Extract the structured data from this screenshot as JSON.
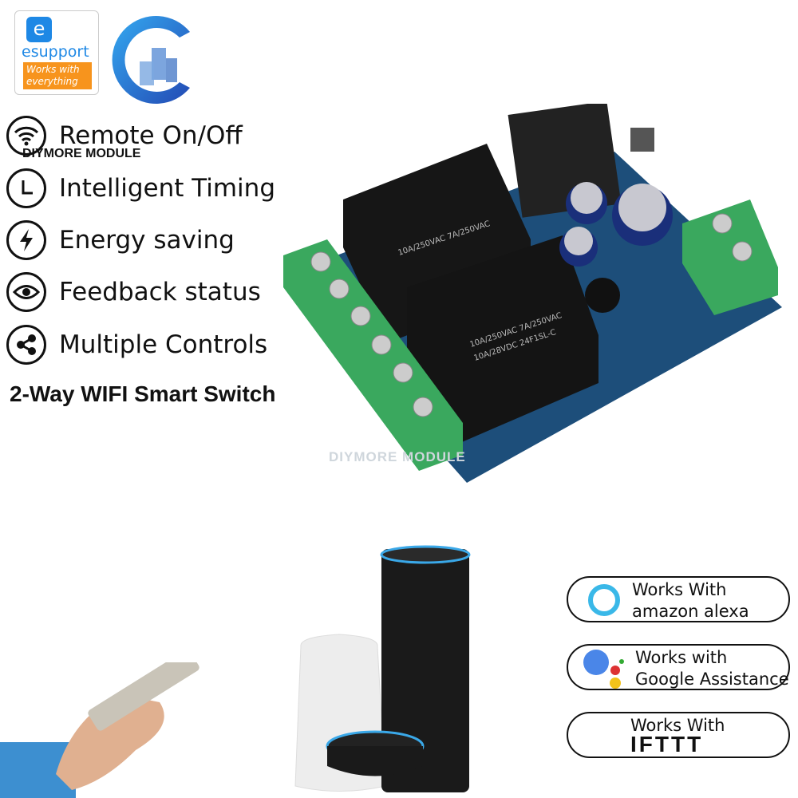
{
  "brand_logo": {
    "text": "esupport",
    "subtext": "Works with everything"
  },
  "watermark": "DIYMORE MODULE",
  "features": [
    {
      "icon": "wifi-icon",
      "label": "Remote On/Off"
    },
    {
      "icon": "clock-icon",
      "label": "Intelligent Timing"
    },
    {
      "icon": "lightning-icon",
      "label": "Energy saving"
    },
    {
      "icon": "eye-icon",
      "label": "Feedback status"
    },
    {
      "icon": "share-icon",
      "label": "Multiple Controls"
    }
  ],
  "product_title": "2-Way WIFI Smart Switch",
  "relay_label": {
    "line1": "10A/250VAC  7A/250VAC",
    "line2": "10A/28VDC    24F1SL-C"
  },
  "badges": [
    {
      "icon": "alexa-ring-icon",
      "line1": "Works With",
      "line2": "amazon alexa"
    },
    {
      "icon": "google-assistant-icon",
      "line1": "Works with",
      "line2": "Google Assistance"
    },
    {
      "icon": "none",
      "line1": "Works With",
      "line2": "IFTTT"
    }
  ],
  "colors": {
    "pcb": "#1d4e7a",
    "terminal": "#3aa85e",
    "relay": "#141414",
    "alexa": "#3ab8e8",
    "logo_blue": "#1f7fd6"
  }
}
